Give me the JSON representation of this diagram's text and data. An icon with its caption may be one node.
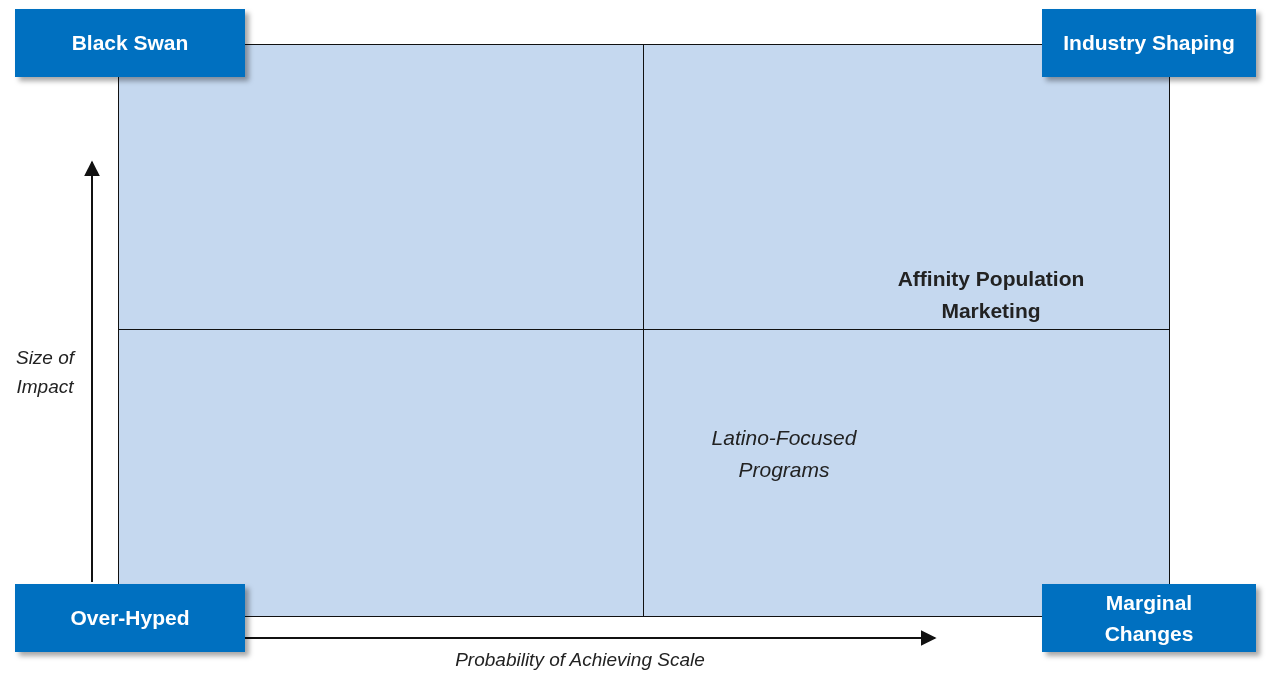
{
  "diagram": {
    "nodes": [
      {
        "text": [
          "Black Swan"
        ]
      },
      {
        "text": [
          "Industry Shaping"
        ]
      },
      {
        "text": [
          "Over-Hyped"
        ]
      },
      {
        "text": [
          "Marginal Changes"
        ]
      },
      {
        "text": [],
        "shape": "box"
      },
      {
        "text": [
          "Affinity Population Marketing"
        ]
      },
      {
        "text": [],
        "shape": "box"
      },
      {
        "text": [
          "Latino-Focused Programs"
        ]
      }
    ],
    "edges": [],
    "labels": [
      "Size of Impact",
      "Probability of Achieving Scale"
    ]
  }
}
